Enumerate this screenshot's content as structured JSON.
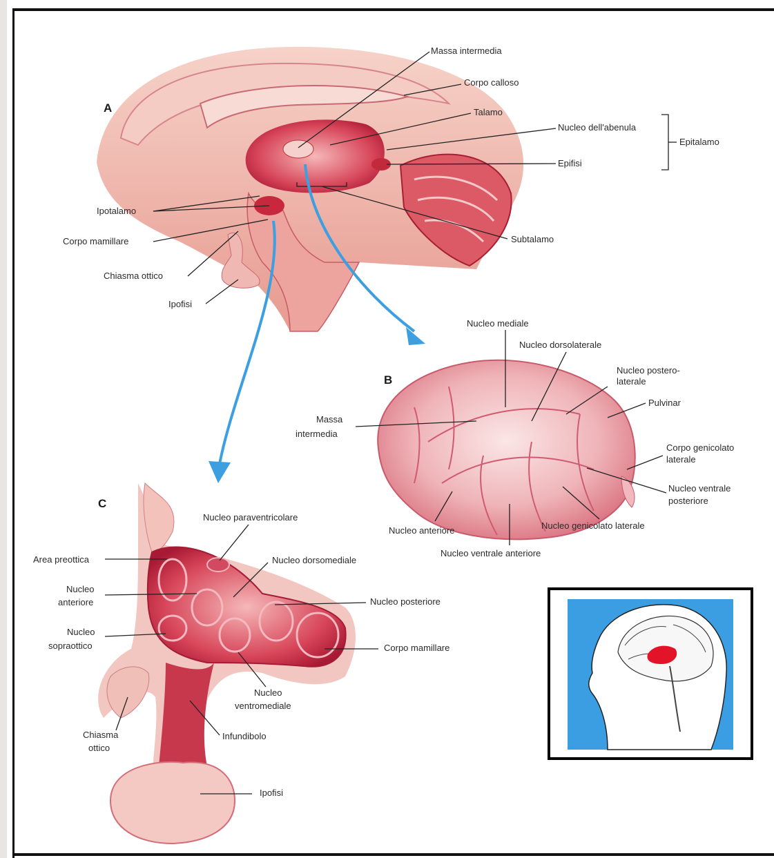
{
  "panel_letters": {
    "a": "A",
    "b": "B",
    "c": "C"
  },
  "panel_a": {
    "massa_intermedia": "Massa intermedia",
    "corpo_calloso": "Corpo calloso",
    "talamo": "Talamo",
    "nucleo_abenula": "Nucleo dell'abenula",
    "epitalamo": "Epitalamo",
    "epifisi": "Epifisi",
    "ipotalamo": "Ipotalamo",
    "corpo_mamillare": "Corpo mamillare",
    "chiasma_ottico": "Chiasma ottico",
    "ipofisi": "Ipofisi",
    "subtalamo": "Subtalamo"
  },
  "panel_b": {
    "nucleo_mediale": "Nucleo mediale",
    "nucleo_dorsolaterale": "Nucleo dorsolaterale",
    "nucleo_posterolaterale_1": "Nucleo postero-",
    "nucleo_posterolaterale_2": "laterale",
    "pulvinar": "Pulvinar",
    "massa_intermedia_1": "Massa",
    "massa_intermedia_2": "intermedia",
    "corpo_genicolato_laterale_1": "Corpo genicolato",
    "corpo_genicolato_laterale_2": "laterale",
    "nucleo_ventrale_posteriore_1": "Nucleo ventrale",
    "nucleo_ventrale_posteriore_2": "posteriore",
    "nucleo_anteriore": "Nucleo anteriore",
    "nucleo_genicolato_laterale": "Nucleo genicolato laterale",
    "nucleo_ventrale_anteriore": "Nucleo ventrale anteriore"
  },
  "panel_c": {
    "nucleo_paraventricolare": "Nucleo paraventricolare",
    "area_preottica": "Area preottica",
    "nucleo_dorsomediale": "Nucleo dorsomediale",
    "nucleo_anteriore_1": "Nucleo",
    "nucleo_anteriore_2": "anteriore",
    "nucleo_posteriore": "Nucleo posteriore",
    "nucleo_sopraottico_1": "Nucleo",
    "nucleo_sopraottico_2": "sopraottico",
    "corpo_mamillare": "Corpo mamillare",
    "nucleo_ventromediale_1": "Nucleo",
    "nucleo_ventromediale_2": "ventromediale",
    "chiasma_ottico_1": "Chiasma",
    "chiasma_ottico_2": "ottico",
    "infundibolo": "Infundibolo",
    "ipofisi": "Ipofisi"
  },
  "colors": {
    "tissue_light": "#f2c4bc",
    "tissue_mid": "#e0707a",
    "tissue_dark": "#b8243a",
    "arrow_blue": "#3d9fe0",
    "inset_blue": "#3b9ee2",
    "highlight_red": "#e3132a"
  }
}
